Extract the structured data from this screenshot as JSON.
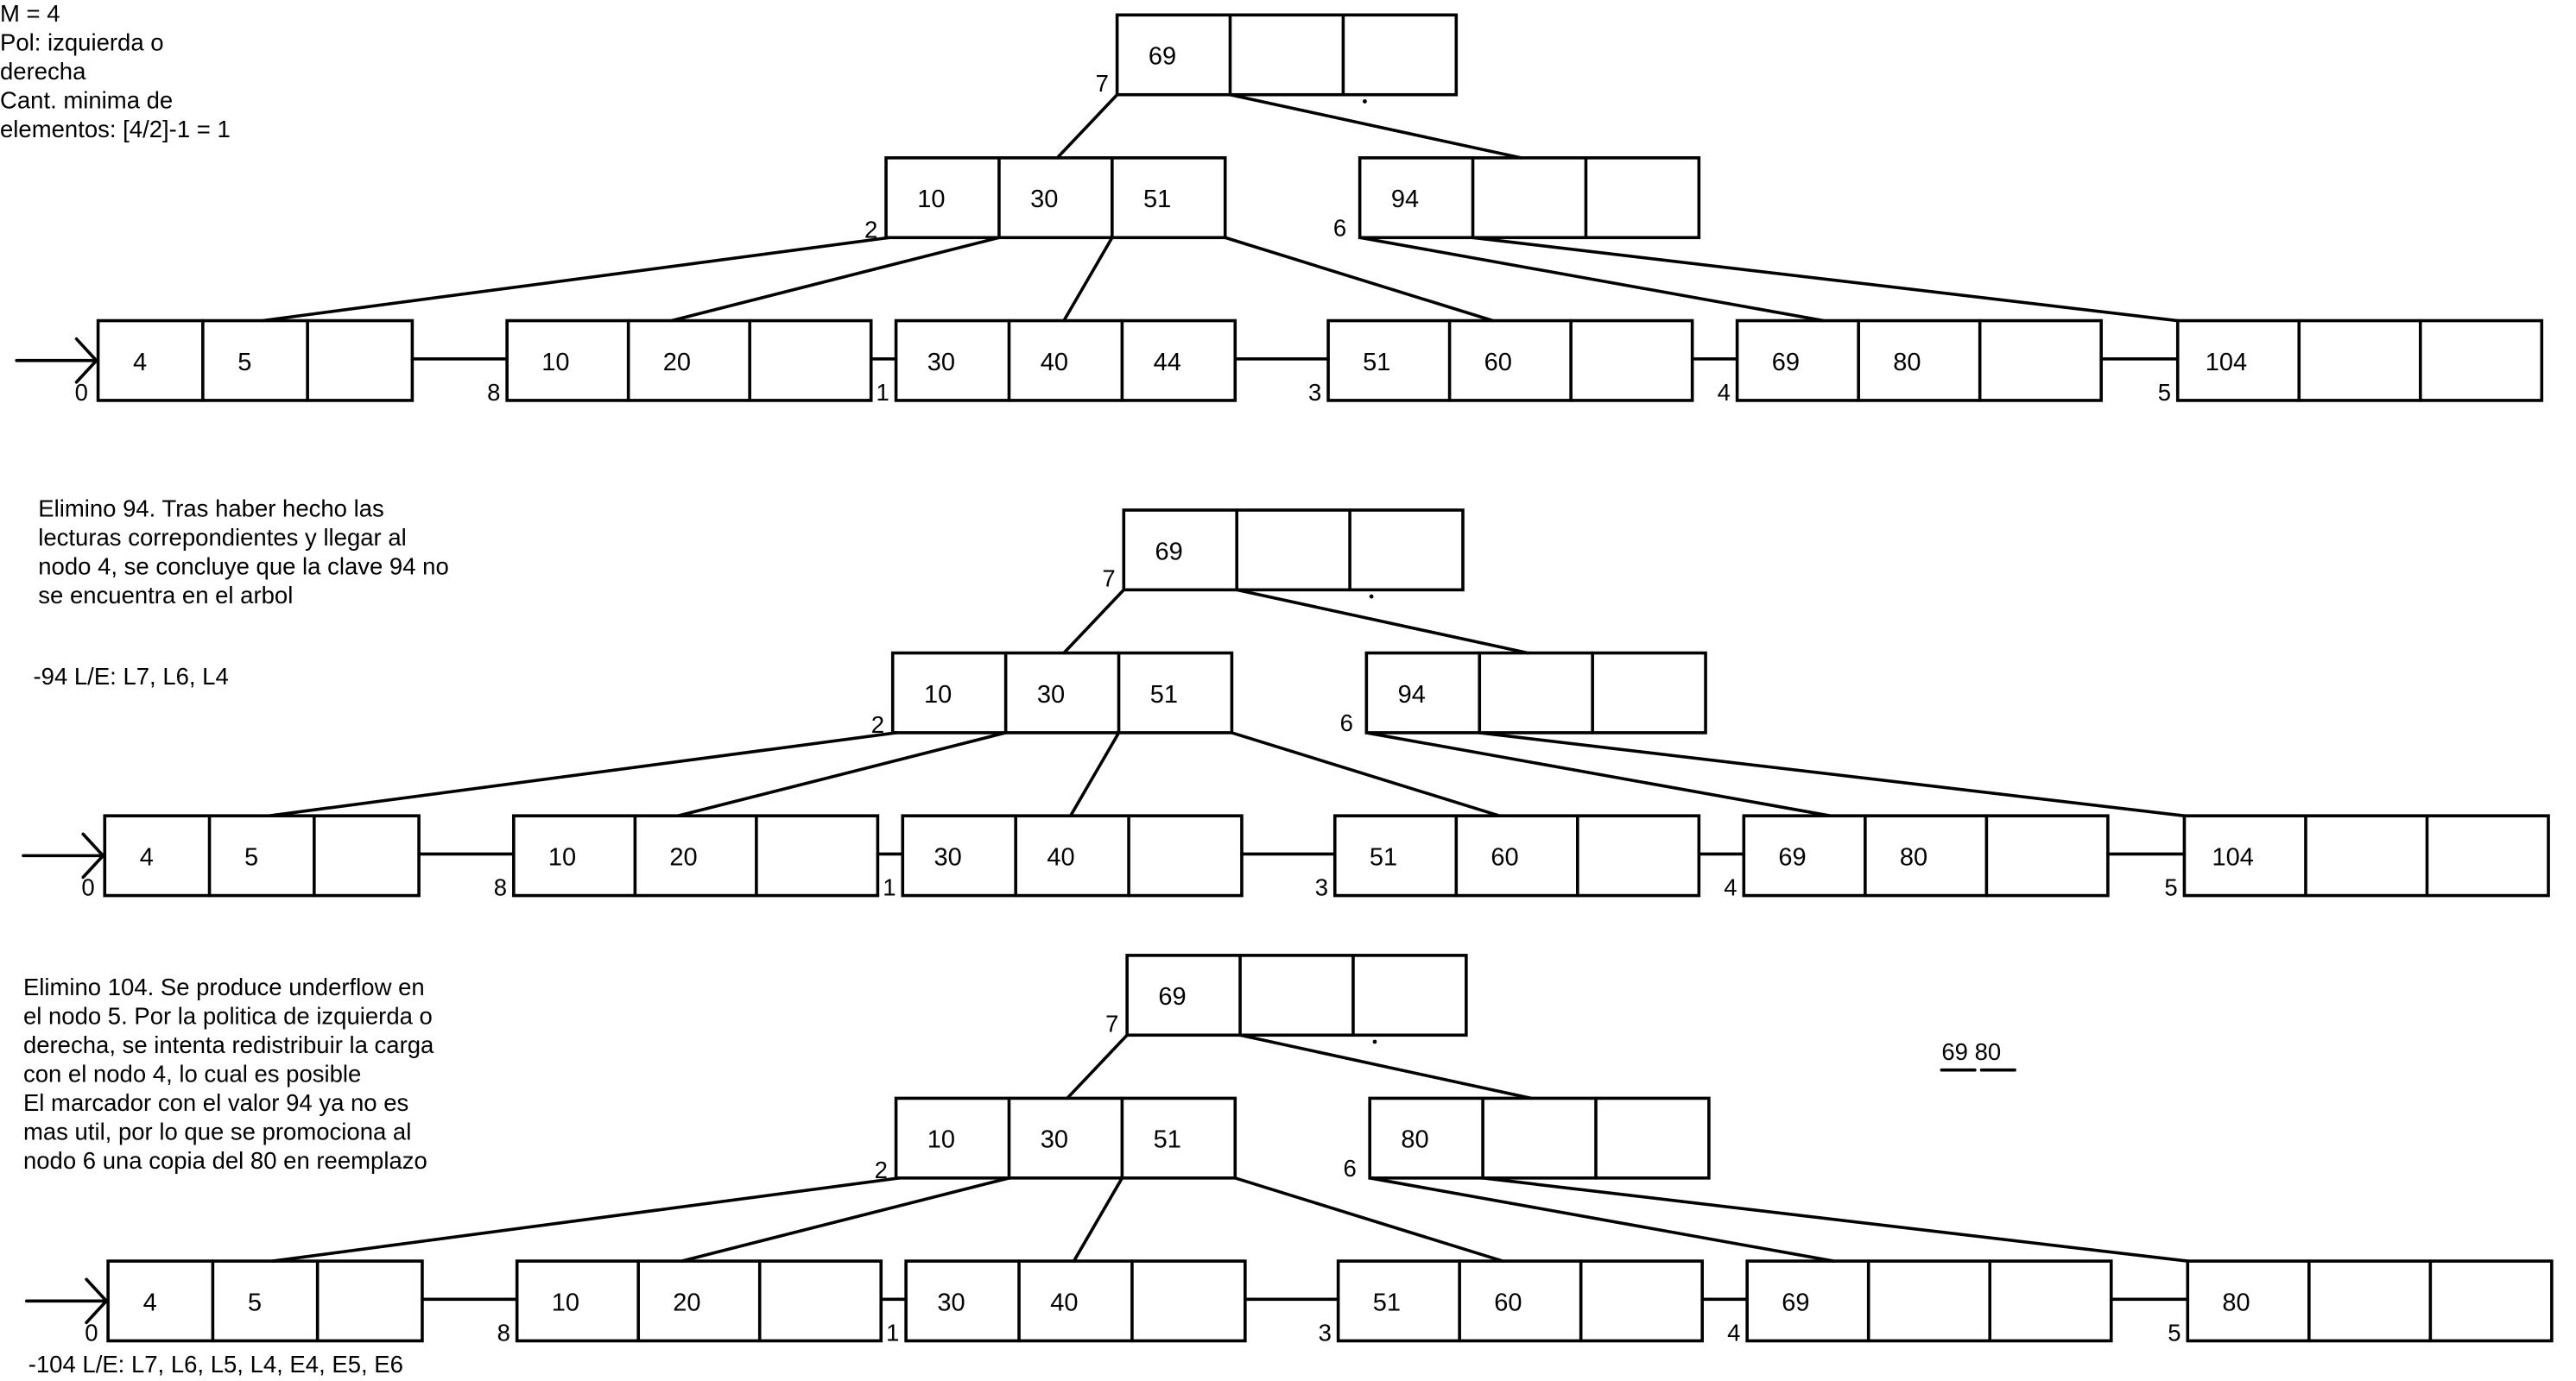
{
  "colors": {
    "background": "#ffffff",
    "ink": "#000000"
  },
  "header_notes": [
    "M = 4",
    "Pol: izquierda o",
    "derecha",
    "Cant. minima de",
    "elementos: [4/2]-1 = 1"
  ],
  "states": [
    {
      "description": [],
      "ops": [],
      "root": {
        "id": "7",
        "keys": [
          "69",
          "",
          ""
        ]
      },
      "index": [
        {
          "id": "2",
          "keys": [
            "10",
            "30",
            "51"
          ]
        },
        {
          "id": "6",
          "keys": [
            "94",
            "",
            ""
          ]
        }
      ],
      "leaves": [
        {
          "id": "0",
          "keys": [
            "4",
            "5",
            ""
          ]
        },
        {
          "id": "8",
          "keys": [
            "10",
            "20",
            ""
          ]
        },
        {
          "id": "1",
          "keys": [
            "30",
            "40",
            "44"
          ]
        },
        {
          "id": "3",
          "keys": [
            "51",
            "60",
            ""
          ]
        },
        {
          "id": "4",
          "keys": [
            "69",
            "80",
            ""
          ]
        },
        {
          "id": "5",
          "keys": [
            "104",
            "",
            ""
          ]
        }
      ]
    },
    {
      "description": [
        "Elimino 94. Tras haber hecho las",
        "lecturas correpondientes y llegar al",
        "nodo 4, se concluye que la clave 94 no",
        "se encuentra en el arbol"
      ],
      "ops": [
        "-94 L/E: L7, L6, L4"
      ],
      "root": {
        "id": "7",
        "keys": [
          "69",
          "",
          ""
        ]
      },
      "index": [
        {
          "id": "2",
          "keys": [
            "10",
            "30",
            "51"
          ]
        },
        {
          "id": "6",
          "keys": [
            "94",
            "",
            ""
          ]
        }
      ],
      "leaves": [
        {
          "id": "0",
          "keys": [
            "4",
            "5",
            ""
          ]
        },
        {
          "id": "8",
          "keys": [
            "10",
            "20",
            ""
          ]
        },
        {
          "id": "1",
          "keys": [
            "30",
            "40",
            ""
          ]
        },
        {
          "id": "3",
          "keys": [
            "51",
            "60",
            ""
          ]
        },
        {
          "id": "4",
          "keys": [
            "69",
            "80",
            ""
          ]
        },
        {
          "id": "5",
          "keys": [
            "104",
            "",
            ""
          ]
        }
      ]
    },
    {
      "description": [
        "Elimino 104. Se produce underflow en",
        "el nodo 5. Por la politica de izquierda o",
        "derecha, se intenta redistribuir la carga",
        "con el nodo 4, lo cual es posible",
        "El marcador con el valor 94 ya no es",
        "mas util, por lo que se promociona al",
        "nodo 6 una copia del 80 en reemplazo"
      ],
      "ops": [
        "-104 L/E: L7, L6, L5, L4, E4, E5, E6"
      ],
      "side_note": "69 80",
      "root": {
        "id": "7",
        "keys": [
          "69",
          "",
          ""
        ]
      },
      "index": [
        {
          "id": "2",
          "keys": [
            "10",
            "30",
            "51"
          ]
        },
        {
          "id": "6",
          "keys": [
            "80",
            "",
            ""
          ]
        }
      ],
      "leaves": [
        {
          "id": "0",
          "keys": [
            "4",
            "5",
            ""
          ]
        },
        {
          "id": "8",
          "keys": [
            "10",
            "20",
            ""
          ]
        },
        {
          "id": "1",
          "keys": [
            "30",
            "40",
            ""
          ]
        },
        {
          "id": "3",
          "keys": [
            "51",
            "60",
            ""
          ]
        },
        {
          "id": "4",
          "keys": [
            "69",
            "",
            ""
          ]
        },
        {
          "id": "5",
          "keys": [
            "80",
            "",
            ""
          ]
        }
      ]
    }
  ]
}
